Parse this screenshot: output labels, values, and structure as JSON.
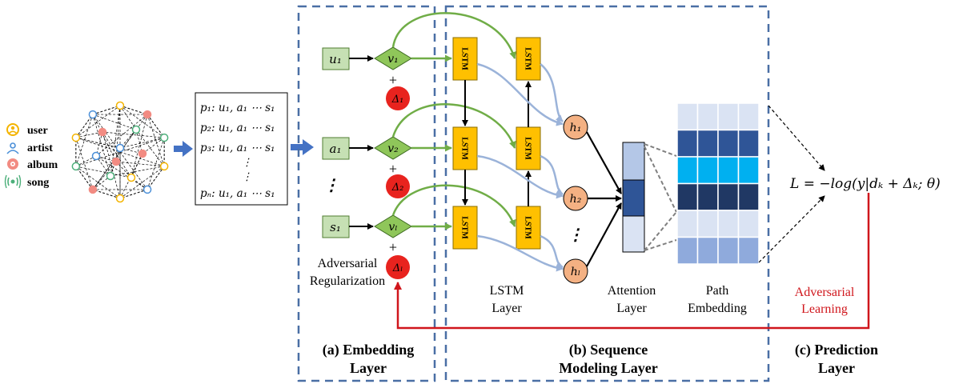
{
  "legend": {
    "user": "user",
    "artist": "artist",
    "album": "album",
    "song": "song"
  },
  "paths": {
    "p1": "p₁: u₁, a₁ ⋯ s₁",
    "p2": "p₂: u₁, a₁ ⋯ s₁",
    "p3": "p₃: u₁, a₁ ⋯ s₁",
    "dots1": "⋮",
    "dots2": "⋮",
    "pn": "pₙ: u₁, a₁ ⋯ s₁"
  },
  "embedding": {
    "u1": "u₁",
    "a1": "a₁",
    "s1": "s₁",
    "v1": "v₁",
    "v2": "v₂",
    "vl": "vₗ",
    "plus": "+",
    "delta1": "Δ₁",
    "delta2": "Δ₂",
    "deltal": "Δₗ",
    "vdots": "⋮",
    "adv_line1": "Adversarial",
    "adv_line2": "Regularization"
  },
  "lstm": {
    "cell_label": "LSTM",
    "layer_line1": "LSTM",
    "layer_line2": "Layer"
  },
  "hidden": {
    "h1": "h₁",
    "h2": "h₂",
    "hl": "hₗ",
    "vdots": "⋮"
  },
  "attention": {
    "line1": "Attention",
    "line2": "Layer"
  },
  "path_embedding": {
    "line1": "Path",
    "line2": "Embedding"
  },
  "prediction": {
    "loss": "L = −log(y|dₖ + Δₖ; θ)",
    "adv_line1": "Adversarial",
    "adv_line2": "Learning"
  },
  "sections": {
    "a_line1": "(a) Embedding",
    "a_line2": "Layer",
    "b_line1": "(b) Sequence",
    "b_line2": "Modeling Layer",
    "c_line1": "(c) Prediction",
    "c_line2": "Layer"
  },
  "colors": {
    "dashed_box": "#4a6fa5",
    "arrow_blue": "#4472c4",
    "green_box": "#c6e0b4",
    "green_diamond": "#8fc65a",
    "green_line": "#70ad47",
    "red_circle": "#e8231e",
    "red_line": "#d0161c",
    "lstm_fill": "#ffc000",
    "hidden_fill": "#f4b183",
    "light_blue_line": "#9bb3d9",
    "adv_learning_text": "#d0161c"
  }
}
